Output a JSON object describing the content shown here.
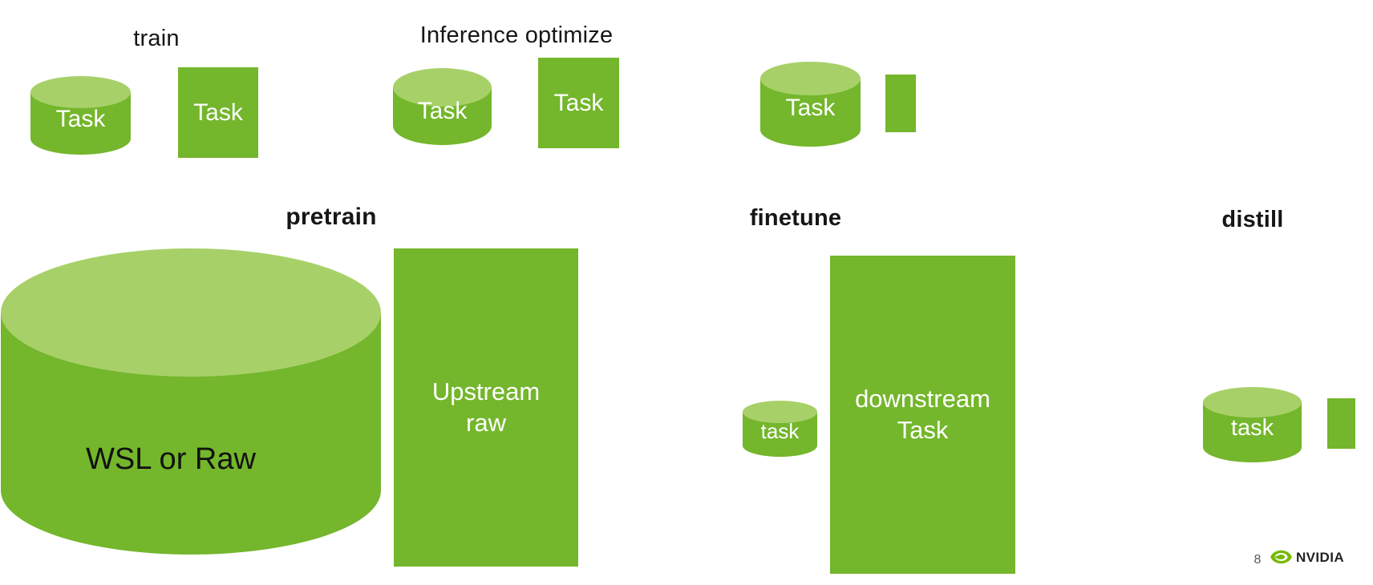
{
  "slide": {
    "background": "#ffffff",
    "colors": {
      "shape_green": "#74b62c",
      "shape_top_green": "#a7d168",
      "nvidia_green": "#76b900",
      "label_text": "#161616",
      "shape_text_light": "#ffffff",
      "shape_text_dark": "#111111",
      "page_number_gray": "#595959"
    }
  },
  "train": {
    "label": "train",
    "cylinder": "Task",
    "box": "Task"
  },
  "inference": {
    "label": "Inference optimize",
    "cylinder": "Task",
    "box": "Task"
  },
  "compress": {
    "cylinder": "Task"
  },
  "pretrain": {
    "label": "pretrain",
    "cylinder": "WSL or Raw",
    "box_line1": "Upstream",
    "box_line2": "raw"
  },
  "finetune": {
    "label": "finetune",
    "cylinder": "task",
    "box_line1": "downstream",
    "box_line2": "Task"
  },
  "distill": {
    "label": "distill",
    "cylinder": "task"
  },
  "footer": {
    "page_number": "8",
    "brand": "NVIDIA",
    "logo_icon": "nvidia-eye-icon"
  }
}
